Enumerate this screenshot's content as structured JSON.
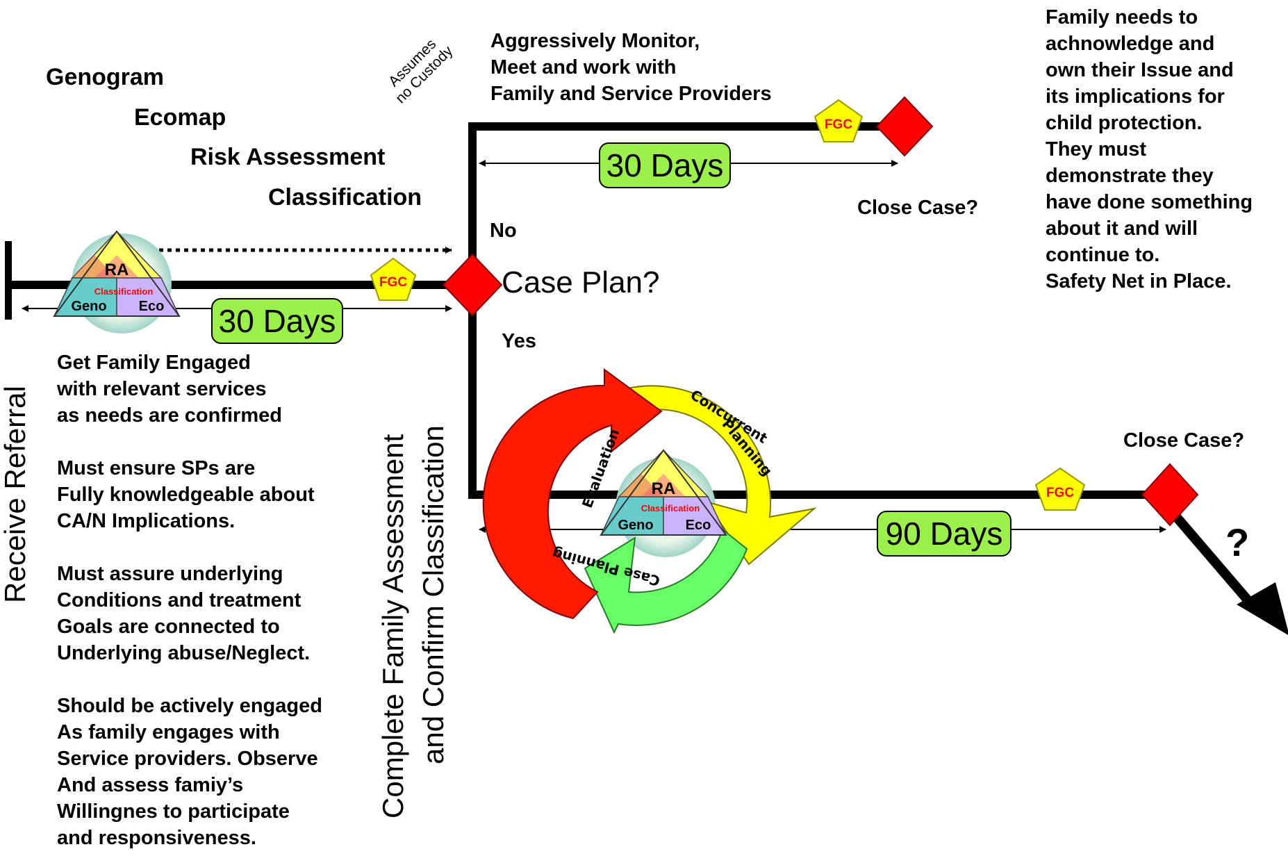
{
  "steps": {
    "genogram": "Genogram",
    "ecomap": "Ecomap",
    "risk_assessment": "Risk Assessment",
    "classification": "Classification"
  },
  "assumes_no_custody": "Assumes\nno Custody",
  "monitor_text": "Aggressively Monitor,\nMeet and work with\nFamily and Service Providers",
  "family_needs_text": "Family needs to\nachnowledge and\nown their Issue and\nits implications for\nchild protection.\nThey must\ndemonstrate they\nhave done something\nabout it and will\ncontinue to.\nSafety Net in Place.",
  "decision": {
    "no": "No",
    "yes": "Yes",
    "case_plan": "Case Plan?",
    "close_case": "Close Case?",
    "question": "?"
  },
  "durations": {
    "first": "30 Days",
    "top": "30 Days",
    "bottom": "90 Days"
  },
  "fgc_label": "FGC",
  "triangle": {
    "top": "RA",
    "middle": "Classification",
    "left": "Geno",
    "right": "Eco"
  },
  "cycle": {
    "concurrent": "Concurrent",
    "planning": "Planning",
    "case_planning": "Case Planning",
    "evaluation": "Evaluation"
  },
  "receive_referral": "Receive Referral",
  "complete_assessment": "Complete Family Assessment",
  "confirm_classification": "and Confirm Classification",
  "guidance_text": "Get Family Engaged\nwith relevant services\nas needs are confirmed\n\nMust ensure SPs are\nFully knowledgeable about\nCA/N Implications.\n\nMust assure underlying\nConditions and treatment\nGoals are connected to\nUnderlying abuse/Neglect.\n\nShould be actively engaged\nAs family engages with\nService providers. Observe\nAnd assess famiy’s\nWillingnes to participate\nand responsiveness.",
  "colors": {
    "days_fill": "#9cf04c",
    "diamond": "#ff0000",
    "fgc_fill": "#ffff00",
    "fgc_text": "#ff0000",
    "cycle_red": "#ff1a00",
    "cycle_yellow": "#ffff00",
    "cycle_green": "#66ff66"
  }
}
